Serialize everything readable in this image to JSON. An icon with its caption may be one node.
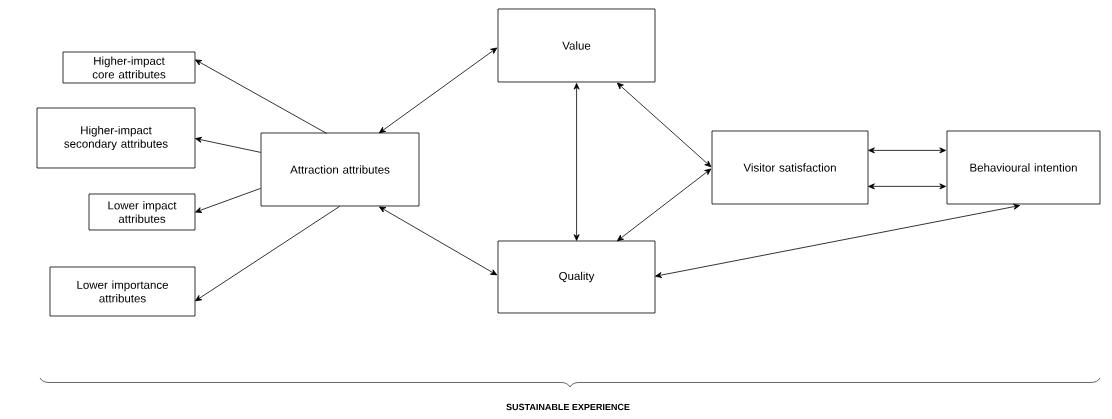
{
  "diagram": {
    "nodes": [
      {
        "text": [
          "Higher-impact core attributes"
        ]
      },
      {
        "text": [
          "Higher-impact secondary attributes"
        ]
      },
      {
        "text": [
          "Lower impact attributes"
        ]
      },
      {
        "text": [
          "Lower importance attributes"
        ]
      },
      {
        "text": [
          "Attraction attributes"
        ]
      },
      {
        "text": [
          "Value"
        ]
      },
      {
        "text": [
          "Quality"
        ]
      },
      {
        "text": [
          "Visitor satisfaction"
        ]
      },
      {
        "text": [
          "Behavioural intention"
        ]
      }
    ],
    "edges": [
      {
        "from": 4,
        "to": 0,
        "arrow": "to"
      },
      {
        "from": 4,
        "to": 1,
        "arrow": "to"
      },
      {
        "from": 4,
        "to": 2,
        "arrow": "to"
      },
      {
        "from": 4,
        "to": 3,
        "arrow": "to"
      },
      {
        "from": 4,
        "to": 5,
        "arrow": "both"
      },
      {
        "from": 4,
        "to": 6,
        "arrow": "both"
      },
      {
        "from": 5,
        "to": 6,
        "arrow": "both"
      },
      {
        "from": 5,
        "to": 7,
        "arrow": "both"
      },
      {
        "from": 6,
        "to": 7,
        "arrow": "both"
      },
      {
        "from": 7,
        "to": 8,
        "arrow": "both"
      },
      {
        "from": 7,
        "to": 8,
        "arrow": "both"
      },
      {
        "from": 6,
        "to": 8,
        "arrow": "both"
      }
    ],
    "labels": [
      "SUSTAINABLE EXPERIENCE"
    ]
  }
}
